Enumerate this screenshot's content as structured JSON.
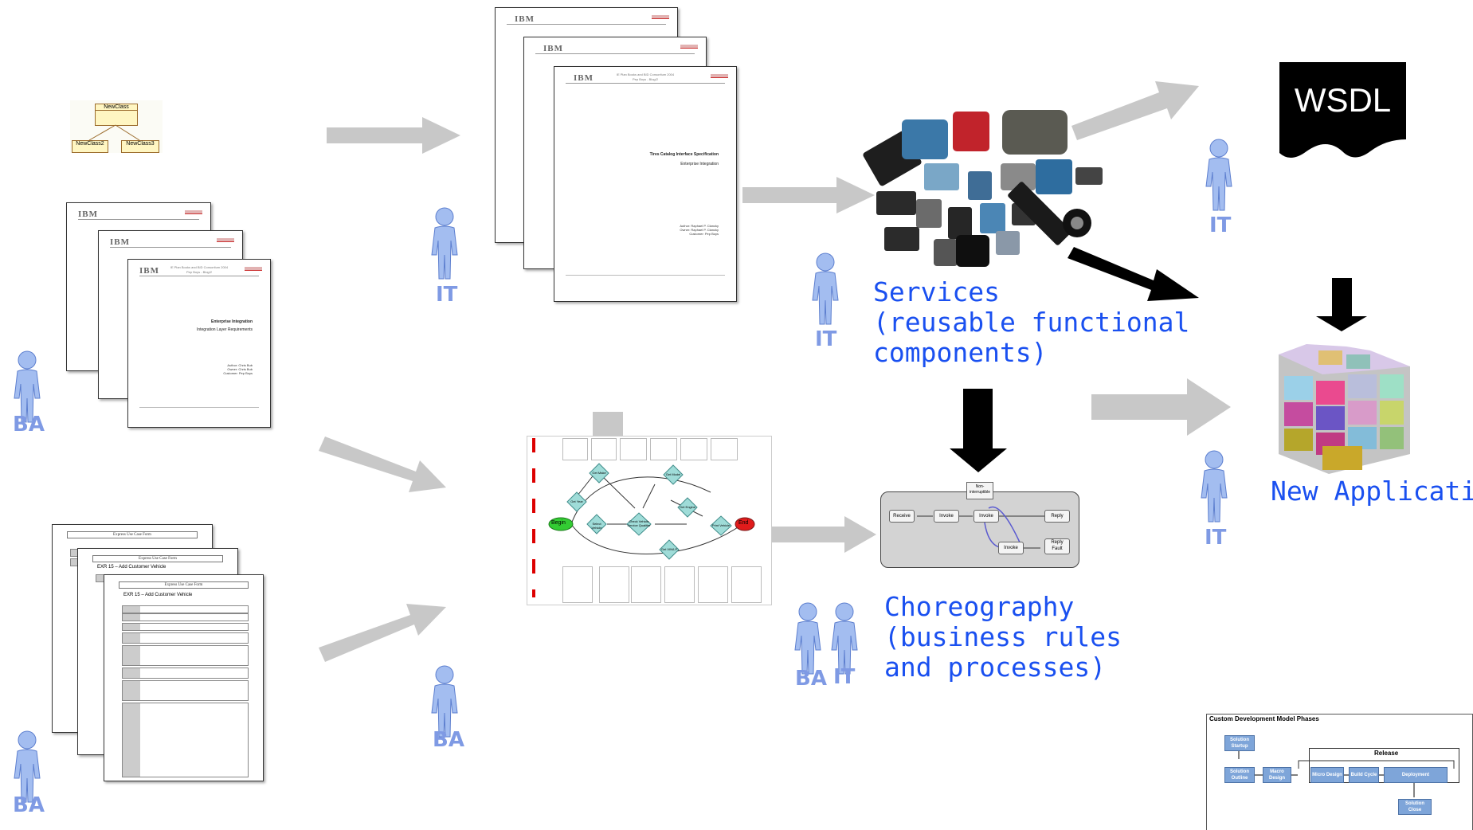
{
  "class_diagram": {
    "parent": "NewClass",
    "children": [
      "NewClass2",
      "NewClass3"
    ]
  },
  "requirements_doc": {
    "logo": "IBM",
    "header": "IE Plan Books and BID Consortium 2004\nPep Boys - Blog/2",
    "title": "Enterprise Integration",
    "subtitle": "Integration Layer Requirements",
    "authors": [
      "Author: Chris Bub",
      "Owner: Chris Bub",
      "Customer: Pep Boys"
    ]
  },
  "interface_doc": {
    "logo": "IBM",
    "header": "IE Plan Books and BID Consortium 2004\nPep Boys - Blog/2",
    "title": "Tires Catalog Interface Specification",
    "subtitle": "Enterprise Integration",
    "authors": [
      "Author: Raphael P. Clancky",
      "Owner: Raphael P. Clancky",
      "Customer: Pep Boys"
    ]
  },
  "use_case_doc": {
    "bar": "Express Use Case Form",
    "head_front": "EXR 15 – Add Customer Vehicle",
    "head_back": "EXR 15 – Add Customer Vehicle"
  },
  "roles": {
    "ba": "BA",
    "it": "IT"
  },
  "services_caption": [
    "Services",
    "(reusable functional",
    "components)"
  ],
  "choreography_caption": [
    "Choreography",
    "(business rules",
    "and processes)"
  ],
  "new_application_label": "New Application",
  "wsdl_label": "WSDL",
  "process_flow": {
    "begin": "Begin",
    "end": "End",
    "nodes": [
      "Get Make",
      "Get Model",
      "Get Year",
      "Select Vehicle",
      "Check Vehicle Service Qualifier",
      "Get Engine",
      "Print Vehicle",
      "Get VIN/LP"
    ]
  },
  "choreography_nodes": {
    "receive": "Receive",
    "invoke1": "Invoke",
    "invoke2": "Invoke",
    "invoke3": "Invoke",
    "reply": "Reply",
    "reply_fault": "Reply Fault",
    "non_interruptible": "Non-interruptible"
  },
  "phases_diagram": {
    "title": "Custom Development Model Phases",
    "release": "Release",
    "startup": "Solution Startup",
    "outline": "Solution Outline",
    "macro": "Macro Design",
    "micro": "Micro Design",
    "build": "Build Cycle",
    "deploy": "Deployment",
    "close": "Solution Close"
  },
  "colors": {
    "arrow_gray": "#c8c8c8",
    "role_blue": "#7f9ae4",
    "caption_blue": "#1a50f0",
    "phase_box": "#7ea5d9"
  }
}
